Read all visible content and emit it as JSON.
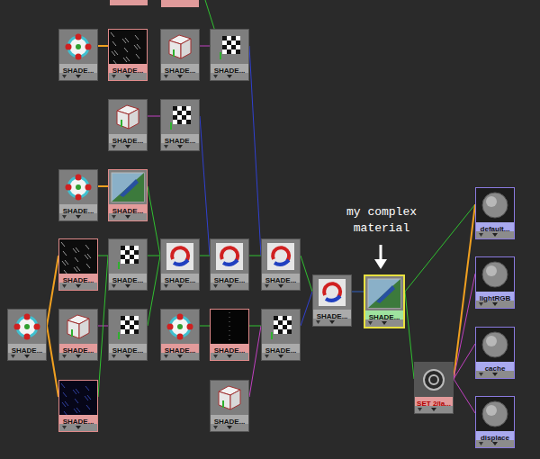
{
  "diagram": {
    "nodes": [
      {
        "text": [
          "SHADE..."
        ]
      },
      {
        "text": [
          "SHADE..."
        ]
      },
      {
        "text": [
          "SHADE..."
        ]
      },
      {
        "text": [
          "SHADE..."
        ]
      },
      {
        "text": [
          "SHADE..."
        ]
      },
      {
        "text": [
          "SHADE..."
        ]
      },
      {
        "text": [
          "SHADE..."
        ]
      },
      {
        "text": [
          "SHADE..."
        ]
      },
      {
        "text": [
          "default..."
        ]
      },
      {
        "text": [
          "SHADE..."
        ]
      },
      {
        "text": [
          "SHADE..."
        ]
      },
      {
        "text": [
          "SHADE..."
        ]
      },
      {
        "text": [
          "SHADE..."
        ]
      },
      {
        "text": [
          "SHADE..."
        ]
      },
      {
        "text": [
          "lightRGB"
        ]
      },
      {
        "text": [
          "SHADE..."
        ]
      },
      {
        "text": [
          "SHADE..."
        ]
      },
      {
        "text": [
          "SHADE..."
        ]
      },
      {
        "text": [
          "SHADE..."
        ]
      },
      {
        "text": [
          "SHADE..."
        ]
      },
      {
        "text": [
          "SHADE..."
        ]
      },
      {
        "text": [
          "SHADE..."
        ]
      },
      {
        "text": [
          "SHADE..."
        ]
      },
      {
        "text": [
          "cache"
        ]
      },
      {
        "text": [
          "SET 2/la..."
        ]
      },
      {
        "text": [
          "SHADE..."
        ]
      },
      {
        "text": [
          "SHADE..."
        ]
      },
      {
        "text": [
          "displace"
        ]
      }
    ],
    "edges": [
      {
        "from": 0,
        "to": 1,
        "arrow": "none"
      },
      {
        "from": 2,
        "to": 3,
        "arrow": "none"
      },
      {
        "from": 4,
        "to": 5,
        "arrow": "none"
      },
      {
        "from": 6,
        "to": 7,
        "arrow": "none"
      },
      {
        "from": 17,
        "to": 9,
        "arrow": "none"
      },
      {
        "from": 17,
        "to": 25,
        "arrow": "none"
      },
      {
        "from": 9,
        "to": 10,
        "arrow": "none"
      },
      {
        "from": 18,
        "to": 19,
        "arrow": "none"
      },
      {
        "from": 25,
        "to": 10,
        "arrow": "none"
      },
      {
        "from": 7,
        "to": 11,
        "arrow": "none"
      },
      {
        "from": 10,
        "to": 11,
        "arrow": "none"
      },
      {
        "from": 19,
        "to": 11,
        "arrow": "none"
      },
      {
        "from": 11,
        "to": 12,
        "arrow": "none"
      },
      {
        "from": 5,
        "to": 12,
        "arrow": "none"
      },
      {
        "from": 12,
        "to": 13,
        "arrow": "none"
      },
      {
        "from": 3,
        "to": 13,
        "arrow": "none"
      },
      {
        "from": 13,
        "to": 15,
        "arrow": "none"
      },
      {
        "from": 20,
        "to": 21,
        "arrow": "none"
      },
      {
        "from": 21,
        "to": 22,
        "arrow": "none"
      },
      {
        "from": 26,
        "to": 22,
        "arrow": "none"
      },
      {
        "from": 22,
        "to": 15,
        "arrow": "none"
      },
      {
        "from": 15,
        "to": 16,
        "arrow": "none"
      },
      {
        "from": 16,
        "to": 8,
        "arrow": "none"
      },
      {
        "from": 16,
        "to": 24,
        "arrow": "none"
      },
      {
        "from": 24,
        "to": 8,
        "arrow": "none"
      },
      {
        "from": 24,
        "to": 14,
        "arrow": "none"
      },
      {
        "from": 24,
        "to": 23,
        "arrow": "none"
      },
      {
        "from": 24,
        "to": 27,
        "arrow": "none"
      }
    ],
    "labels": [
      "my complex material"
    ]
  }
}
